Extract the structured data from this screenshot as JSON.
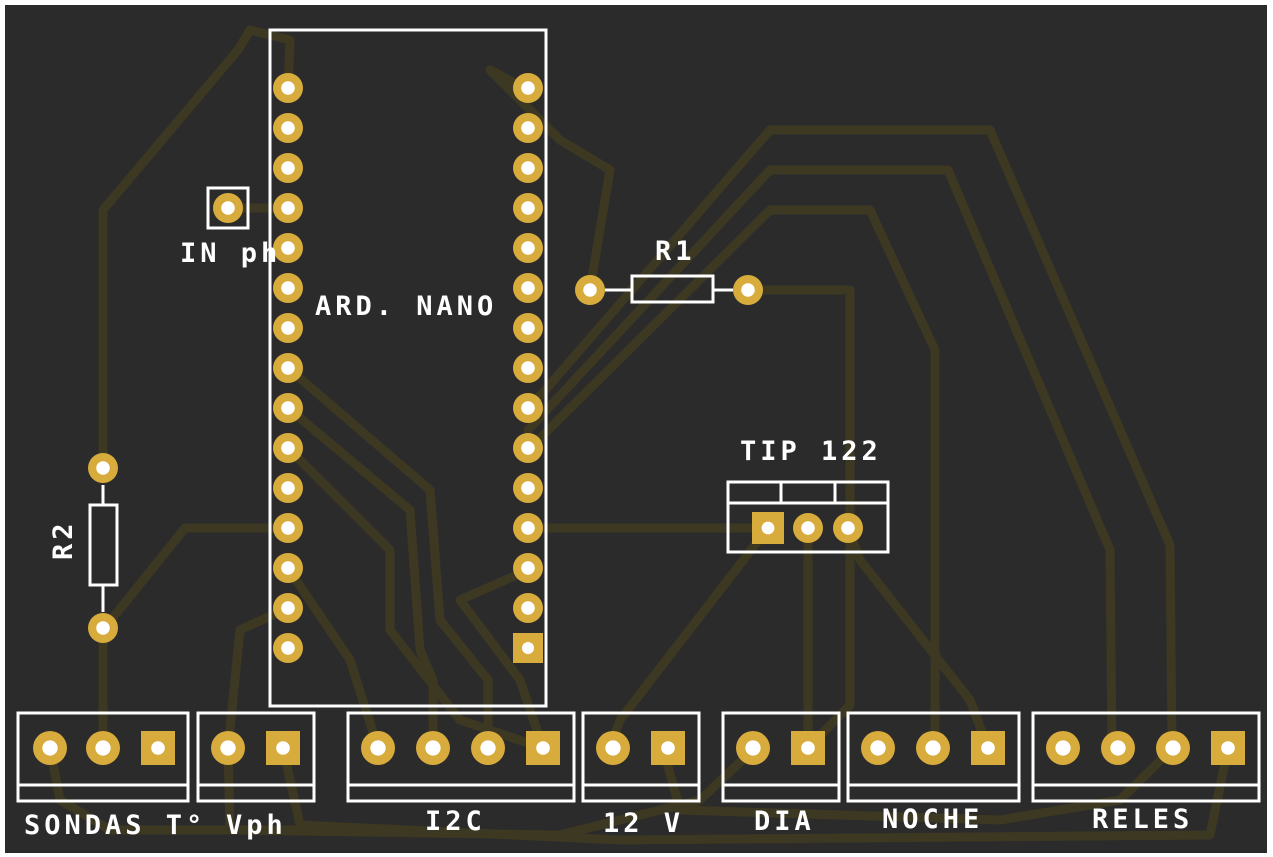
{
  "colors": {
    "board": "#2b2b2b",
    "trace": "#3d3822",
    "copper": "#d8ac3c",
    "silkscreen": "#ffffff",
    "background": "#ffffff"
  },
  "labels": {
    "ard_nano": "ARD. NANO",
    "in_ph": "IN ph",
    "r1": "R1",
    "r2": "R2",
    "tip122": "TIP 122",
    "sondas": "SONDAS T°",
    "vph": "Vph",
    "i2c": "I2C",
    "v12": "12 V",
    "dia": "DIA",
    "noche": "NOCHE",
    "reles": "RELES"
  },
  "components": {
    "arduino_nano": {
      "pins_per_side": 15
    },
    "connectors": [
      {
        "label_key": "sondas",
        "pins": 3
      },
      {
        "label_key": "vph",
        "pins": 2
      },
      {
        "label_key": "i2c",
        "pins": 4
      },
      {
        "label_key": "v12",
        "pins": 2
      },
      {
        "label_key": "dia",
        "pins": 2
      },
      {
        "label_key": "noche",
        "pins": 3
      },
      {
        "label_key": "reles",
        "pins": 4
      }
    ],
    "tip122": {
      "pins": 3
    }
  }
}
